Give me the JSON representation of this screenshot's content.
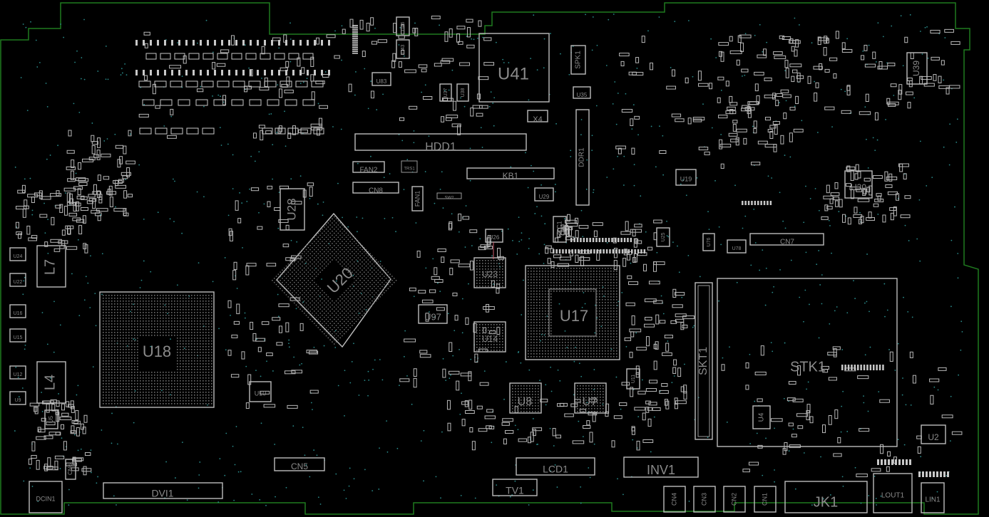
{
  "viewer": {
    "board_outline_color": "#1f7a1f",
    "silkscreen_color": "#bdbdbd",
    "via_color": "#2a8a8a",
    "background_color": "#000000"
  },
  "components": [
    {
      "ref": "U41"
    },
    {
      "ref": "SPK1"
    },
    {
      "ref": "U35"
    },
    {
      "ref": "X4"
    },
    {
      "ref": "HDD1"
    },
    {
      "ref": "FAN2"
    },
    {
      "ref": "CN8"
    },
    {
      "ref": "FAN1"
    },
    {
      "ref": "KB1"
    },
    {
      "ref": "U29"
    },
    {
      "ref": "U28"
    },
    {
      "ref": "U20"
    },
    {
      "ref": "U26"
    },
    {
      "ref": "U23"
    },
    {
      "ref": "U97"
    },
    {
      "ref": "U14"
    },
    {
      "ref": "U17"
    },
    {
      "ref": "U8"
    },
    {
      "ref": "U7"
    },
    {
      "ref": "U10"
    },
    {
      "ref": "U18"
    },
    {
      "ref": "L7"
    },
    {
      "ref": "L4"
    },
    {
      "ref": "U24"
    },
    {
      "ref": "U22"
    },
    {
      "ref": "U16"
    },
    {
      "ref": "U15"
    },
    {
      "ref": "U12"
    },
    {
      "ref": "U9"
    },
    {
      "ref": "U5"
    },
    {
      "ref": "CN6"
    },
    {
      "ref": "DCIN1"
    },
    {
      "ref": "DVI1"
    },
    {
      "ref": "CN5"
    },
    {
      "ref": "LCD1"
    },
    {
      "ref": "TV1"
    },
    {
      "ref": "INV1"
    },
    {
      "ref": "CN4"
    },
    {
      "ref": "CN3"
    },
    {
      "ref": "CN2"
    },
    {
      "ref": "CN1"
    },
    {
      "ref": "JK1"
    },
    {
      "ref": "LOUT1"
    },
    {
      "ref": "LIN1"
    },
    {
      "ref": "U2"
    },
    {
      "ref": "U4"
    },
    {
      "ref": "STK1"
    },
    {
      "ref": "SKT1"
    },
    {
      "ref": "CN7"
    },
    {
      "ref": "U78"
    },
    {
      "ref": "U76"
    },
    {
      "ref": "U25"
    },
    {
      "ref": "U11"
    },
    {
      "ref": "RTC1"
    },
    {
      "ref": "U19"
    },
    {
      "ref": "U30"
    },
    {
      "ref": "U39"
    },
    {
      "ref": "U46"
    },
    {
      "ref": "U43"
    },
    {
      "ref": "U37"
    },
    {
      "ref": "U38"
    },
    {
      "ref": "U83"
    },
    {
      "ref": "DDR1"
    },
    {
      "ref": "SW2"
    },
    {
      "ref": "TRS1"
    }
  ]
}
